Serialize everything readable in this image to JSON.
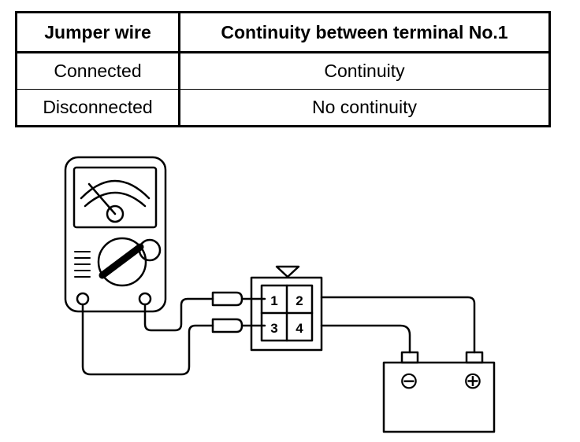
{
  "table": {
    "headers": [
      "Jumper wire",
      "Continuity between terminal No.1"
    ],
    "rows": [
      [
        "Connected",
        "Continuity"
      ],
      [
        "Disconnected",
        "No continuity"
      ]
    ]
  },
  "connector": {
    "terminals": [
      "1",
      "2",
      "3",
      "4"
    ]
  },
  "battery": {
    "negative_symbol": "⊖",
    "positive_symbol": "⊕"
  },
  "icons": {
    "meter": "ohmmeter-icon",
    "battery": "battery-icon",
    "connector": "connector-icon"
  }
}
